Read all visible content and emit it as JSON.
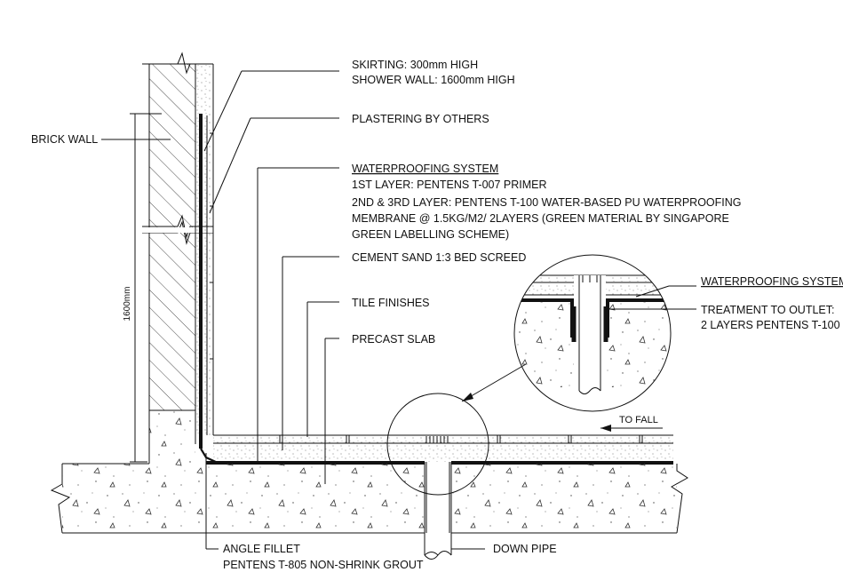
{
  "labels": {
    "skirting": "SKIRTING: 300mm HIGH",
    "shower_wall": "SHOWER WALL: 1600mm HIGH",
    "plastering": "PLASTERING BY OTHERS",
    "brick_wall": "BRICK WALL",
    "wp_title": "WATERPROOFING SYSTEM",
    "wp_line1": "1ST LAYER: PENTENS T-007 PRIMER",
    "wp_line2": "2ND & 3RD LAYER: PENTENS T-100 WATER-BASED PU WATERPROOFING",
    "wp_line3": "MEMBRANE @ 1.5KG/M2/ 2LAYERS (GREEN MATERIAL BY SINGAPORE",
    "wp_line4": "GREEN LABELLING SCHEME)",
    "screed": "CEMENT SAND 1:3 BED SCREED",
    "tile": "TILE FINISHES",
    "slab": "PRECAST SLAB",
    "detail_wp": "WATERPROOFING SYSTEM",
    "outlet_1": "TREATMENT TO OUTLET:",
    "outlet_2": "2 LAYERS PENTENS T-100",
    "to_fall": "TO FALL",
    "fillet_1": "ANGLE FILLET",
    "fillet_2": "PENTENS T-805 NON-SHRINK GROUT",
    "down_pipe": "DOWN PIPE",
    "dim": "1600mm"
  }
}
